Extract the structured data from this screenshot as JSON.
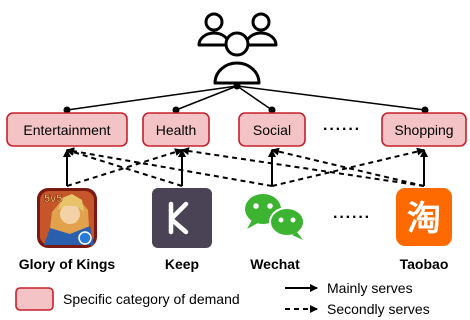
{
  "categories": [
    "Entertainment",
    "Health",
    "Social",
    "Shopping"
  ],
  "ellipsis": "······",
  "apps": [
    {
      "name": "Glory of Kings",
      "icon": "game-hero-icon"
    },
    {
      "name": "Keep",
      "icon": "keep-k-icon"
    },
    {
      "name": "Wechat",
      "icon": "wechat-bubbles-icon"
    },
    {
      "name": "Taobao",
      "icon": "taobao-tao-icon"
    }
  ],
  "icon_text": {
    "game_badge": "5v5",
    "taobao_char": "淘"
  },
  "legend": {
    "category_label": "Specific category of demand",
    "mainly_serves": "Mainly serves",
    "secondly_serves": "Secondly serves"
  },
  "colors": {
    "category_fill": "#f3c3c6",
    "category_stroke": "#c8202c",
    "keep_bg": "#4a4356",
    "wechat_green": "#3cb431",
    "taobao_orange": "#ff6a00"
  }
}
